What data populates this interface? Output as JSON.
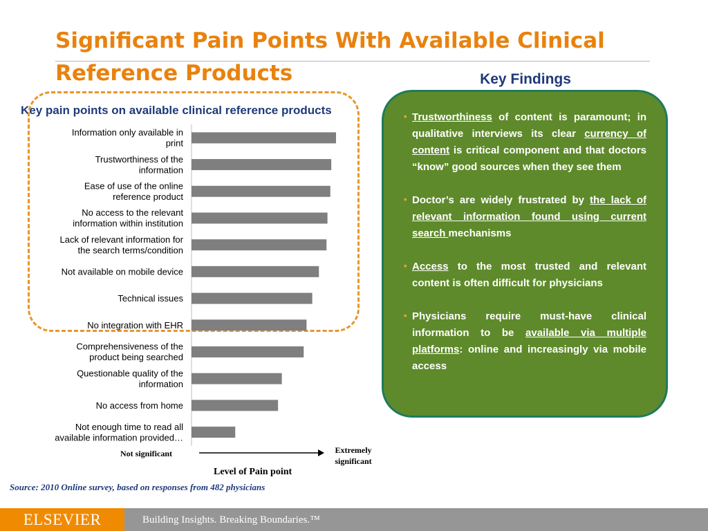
{
  "slide": {
    "title": "Significant Pain Points With Available Clinical Reference Products",
    "source": "Source: 2010 Online survey, based on responses from 482 physicians"
  },
  "chart_data": {
    "type": "bar",
    "orientation": "horizontal",
    "title": "Key pain points on available clinical reference products",
    "xlabel": "Level of Pain point",
    "x_min_label": "Not significant",
    "x_max_label": "Extremely significant",
    "xlim": [
      0,
      1
    ],
    "grid": false,
    "bar_color": "#7f7f7f",
    "categories": [
      [
        "Information only available in",
        "print"
      ],
      [
        "Trustworthiness of the",
        "information"
      ],
      [
        "Ease of use of the online",
        "reference product"
      ],
      [
        "No access to the relevant",
        "information within institution"
      ],
      [
        "Lack of relevant information for",
        "the search terms/condition"
      ],
      [
        "Not available on mobile device"
      ],
      [
        "Technical issues"
      ],
      [
        "No integration with EHR"
      ],
      [
        "Comprehensiveness of the",
        "product being searched"
      ],
      [
        "Questionable quality of the",
        "information"
      ],
      [
        "No access from home"
      ],
      [
        "Not enough time to read all",
        "available information provided…"
      ]
    ],
    "values": [
      0.76,
      0.735,
      0.73,
      0.715,
      0.71,
      0.67,
      0.635,
      0.605,
      0.59,
      0.475,
      0.455,
      0.23
    ],
    "highlight_count": 8
  },
  "findings": {
    "heading": "Key Findings",
    "items": [
      [
        {
          "t": "Trustworthiness",
          "u": true
        },
        {
          "t": " of content is paramount; in qualitative interviews its clear "
        },
        {
          "t": "currency of content",
          "u": true
        },
        {
          "t": "  is critical component and that doctors “know” good sources when they see them"
        }
      ],
      [
        {
          "t": "Doctor’s are widely frustrated by "
        },
        {
          "t": "the lack of relevant information found using current search ",
          "u": true
        },
        {
          "t": "mechanisms"
        }
      ],
      [
        {
          "t": "Access",
          "u": true
        },
        {
          "t": " to the most trusted and relevant content is often difficult for physicians"
        }
      ],
      [
        {
          "t": "Physicians require must-have clinical information to be "
        },
        {
          "t": "available via multiple platforms",
          "u": true
        },
        {
          "t": ": online and increasingly via mobile access"
        }
      ]
    ]
  },
  "footer": {
    "logo": "ELSEVIER",
    "tagline": "Building Insights. Breaking Boundaries.™"
  },
  "colors": {
    "title": "#e8820e",
    "heading": "#1f3a7a",
    "highlight_border": "#e8952a",
    "findings_bg": "#5e8a2b",
    "footer_bar": "#969696",
    "footer_logo": "#f08a00"
  }
}
